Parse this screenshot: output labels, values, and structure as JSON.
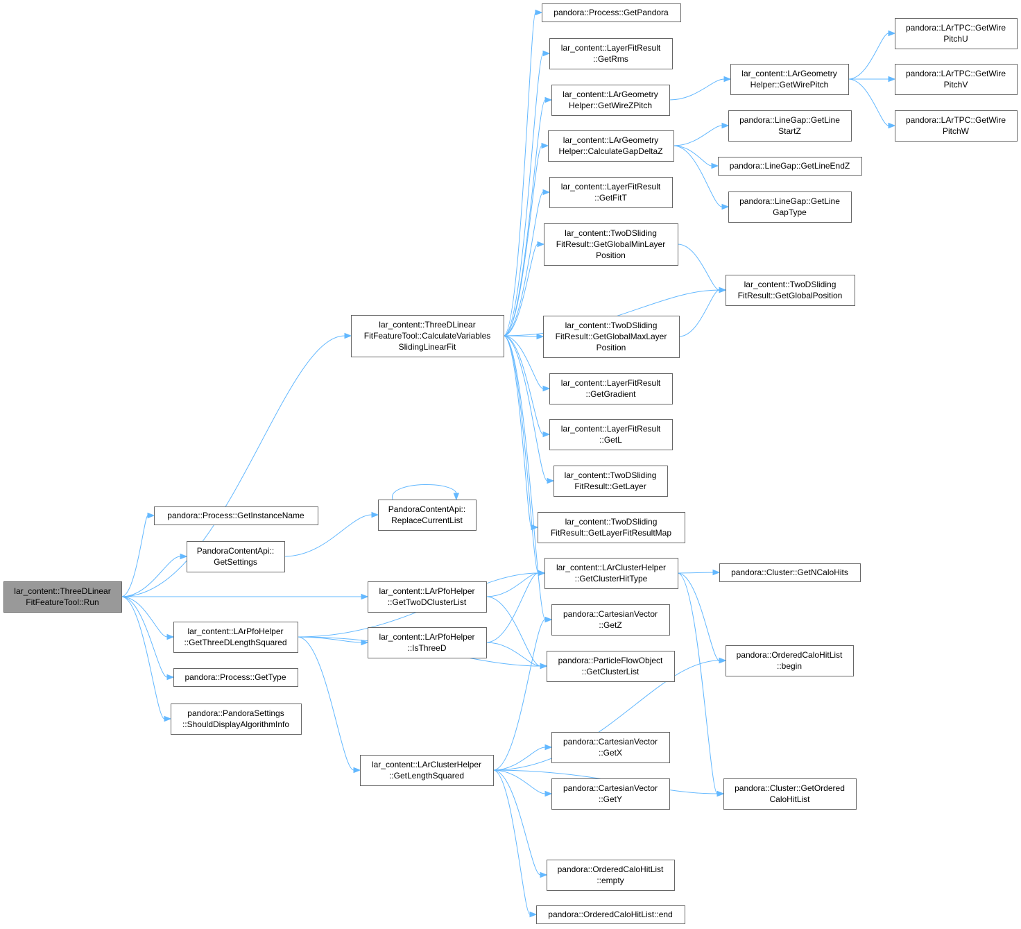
{
  "nodes": [
    {
      "id": "run",
      "lines": [
        "lar_content::ThreeDLinear",
        "FitFeatureTool::Run"
      ],
      "root": true
    },
    {
      "id": "csl",
      "lines": [
        "lar_content::ThreeDLinear",
        "FitFeatureTool::CalculateVariables",
        "SlidingLinearFit"
      ]
    },
    {
      "id": "gin",
      "lines": [
        "pandora::Process::GetInstanceName"
      ]
    },
    {
      "id": "gset",
      "lines": [
        "PandoraContentApi::",
        "GetSettings"
      ]
    },
    {
      "id": "rcl",
      "lines": [
        "PandoraContentApi::",
        "ReplaceCurrentList"
      ]
    },
    {
      "id": "gp",
      "lines": [
        "pandora::Process::GetPandora"
      ]
    },
    {
      "id": "rms",
      "lines": [
        "lar_content::LayerFitResult",
        "::GetRms"
      ]
    },
    {
      "id": "wzp",
      "lines": [
        "lar_content::LArGeometry",
        "Helper::GetWireZPitch"
      ]
    },
    {
      "id": "cgdz",
      "lines": [
        "lar_content::LArGeometry",
        "Helper::CalculateGapDeltaZ"
      ]
    },
    {
      "id": "fitt",
      "lines": [
        "lar_content::LayerFitResult",
        "::GetFitT"
      ]
    },
    {
      "id": "gminl",
      "lines": [
        "lar_content::TwoDSliding",
        "FitResult::GetGlobalMinLayer",
        "Position"
      ]
    },
    {
      "id": "gmaxl",
      "lines": [
        "lar_content::TwoDSliding",
        "FitResult::GetGlobalMaxLayer",
        "Position"
      ]
    },
    {
      "id": "grad",
      "lines": [
        "lar_content::LayerFitResult",
        "::GetGradient"
      ]
    },
    {
      "id": "getl",
      "lines": [
        "lar_content::LayerFitResult",
        "::GetL"
      ]
    },
    {
      "id": "layer",
      "lines": [
        "lar_content::TwoDSliding",
        "FitResult::GetLayer"
      ]
    },
    {
      "id": "lfrm",
      "lines": [
        "lar_content::TwoDSliding",
        "FitResult::GetLayerFitResultMap"
      ]
    },
    {
      "id": "ght",
      "lines": [
        "lar_content::LArClusterHelper",
        "::GetClusterHitType"
      ]
    },
    {
      "id": "gtwod",
      "lines": [
        "lar_content::LArPfoHelper",
        "::GetTwoDClusterList"
      ]
    },
    {
      "id": "g3dl",
      "lines": [
        "lar_content::LArPfoHelper",
        "::GetThreeDLengthSquared"
      ]
    },
    {
      "id": "is3d",
      "lines": [
        "lar_content::LArPfoHelper",
        "::IsThreeD"
      ]
    },
    {
      "id": "gtype",
      "lines": [
        "pandora::Process::GetType"
      ]
    },
    {
      "id": "sdai",
      "lines": [
        "pandora::PandoraSettings",
        "::ShouldDisplayAlgorithmInfo"
      ]
    },
    {
      "id": "getz",
      "lines": [
        "pandora::CartesianVector",
        "::GetZ"
      ]
    },
    {
      "id": "pfocl",
      "lines": [
        "pandora::ParticleFlowObject",
        "::GetClusterList"
      ]
    },
    {
      "id": "lensq",
      "lines": [
        "lar_content::LArClusterHelper",
        "::GetLengthSquared"
      ]
    },
    {
      "id": "getx",
      "lines": [
        "pandora::CartesianVector",
        "::GetX"
      ]
    },
    {
      "id": "gety",
      "lines": [
        "pandora::CartesianVector",
        "::GetY"
      ]
    },
    {
      "id": "empty",
      "lines": [
        "pandora::OrderedCaloHitList",
        "::empty"
      ]
    },
    {
      "id": "end",
      "lines": [
        "pandora::OrderedCaloHitList::end"
      ]
    },
    {
      "id": "wp",
      "lines": [
        "lar_content::LArGeometry",
        "Helper::GetWirePitch"
      ]
    },
    {
      "id": "pu",
      "lines": [
        "pandora::LArTPC::GetWire",
        "PitchU"
      ]
    },
    {
      "id": "pv",
      "lines": [
        "pandora::LArTPC::GetWire",
        "PitchV"
      ]
    },
    {
      "id": "pw",
      "lines": [
        "pandora::LArTPC::GetWire",
        "PitchW"
      ]
    },
    {
      "id": "lsz",
      "lines": [
        "pandora::LineGap::GetLine",
        "StartZ"
      ]
    },
    {
      "id": "lez",
      "lines": [
        "pandora::LineGap::GetLineEndZ"
      ]
    },
    {
      "id": "lgt",
      "lines": [
        "pandora::LineGap::GetLine",
        "GapType"
      ]
    },
    {
      "id": "gpos",
      "lines": [
        "lar_content::TwoDSliding",
        "FitResult::GetGlobalPosition"
      ]
    },
    {
      "id": "ncalo",
      "lines": [
        "pandora::Cluster::GetNCaloHits"
      ]
    },
    {
      "id": "begin",
      "lines": [
        "pandora::OrderedCaloHitList",
        "::begin"
      ]
    },
    {
      "id": "ochl",
      "lines": [
        "pandora::Cluster::GetOrdered",
        "CaloHitList"
      ]
    }
  ],
  "edges": [
    [
      "run",
      "csl"
    ],
    [
      "run",
      "gin"
    ],
    [
      "run",
      "gset"
    ],
    [
      "run",
      "gtwod"
    ],
    [
      "run",
      "g3dl"
    ],
    [
      "run",
      "gtype"
    ],
    [
      "run",
      "sdai"
    ],
    [
      "gset",
      "rcl"
    ],
    [
      "rcl",
      "rcl"
    ],
    [
      "csl",
      "gp"
    ],
    [
      "csl",
      "rms"
    ],
    [
      "csl",
      "wzp"
    ],
    [
      "csl",
      "cgdz"
    ],
    [
      "csl",
      "fitt"
    ],
    [
      "csl",
      "gminl"
    ],
    [
      "csl",
      "gpos"
    ],
    [
      "csl",
      "gmaxl"
    ],
    [
      "csl",
      "grad"
    ],
    [
      "csl",
      "getl"
    ],
    [
      "csl",
      "layer"
    ],
    [
      "csl",
      "lfrm"
    ],
    [
      "csl",
      "ght"
    ],
    [
      "csl",
      "getz"
    ],
    [
      "wzp",
      "wp"
    ],
    [
      "wp",
      "pu"
    ],
    [
      "wp",
      "pv"
    ],
    [
      "wp",
      "pw"
    ],
    [
      "cgdz",
      "lsz"
    ],
    [
      "cgdz",
      "lez"
    ],
    [
      "cgdz",
      "lgt"
    ],
    [
      "gminl",
      "gpos"
    ],
    [
      "gmaxl",
      "gpos"
    ],
    [
      "gtwod",
      "ght"
    ],
    [
      "gtwod",
      "pfocl"
    ],
    [
      "g3dl",
      "ght"
    ],
    [
      "g3dl",
      "is3d"
    ],
    [
      "g3dl",
      "pfocl"
    ],
    [
      "g3dl",
      "lensq"
    ],
    [
      "is3d",
      "ght"
    ],
    [
      "is3d",
      "pfocl"
    ],
    [
      "ght",
      "ncalo"
    ],
    [
      "ght",
      "begin"
    ],
    [
      "ght",
      "ochl"
    ],
    [
      "lensq",
      "getz"
    ],
    [
      "lensq",
      "begin"
    ],
    [
      "lensq",
      "getx"
    ],
    [
      "lensq",
      "gety"
    ],
    [
      "lensq",
      "ochl"
    ],
    [
      "lensq",
      "empty"
    ],
    [
      "lensq",
      "end"
    ]
  ]
}
